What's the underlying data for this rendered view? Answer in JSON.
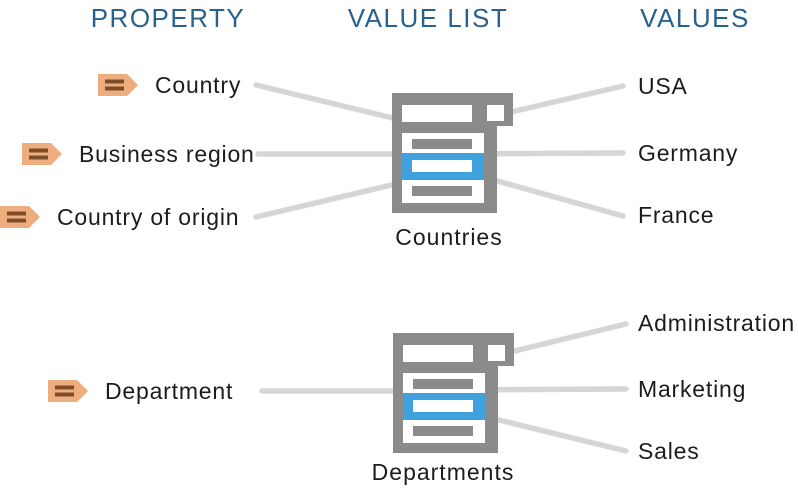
{
  "colors": {
    "header-blue": "#28618E",
    "text": "#1C1C1C",
    "line-gray": "#D6D6D6",
    "icon-gray": "#8B8B8B",
    "icon-blue": "#3FA1DD",
    "icon-white": "#FFFFFF",
    "tag-fill": "#EEAD7F",
    "tag-stripe": "#7C4E28",
    "background": "#FFFFFF"
  },
  "headers": [
    {
      "label": "PROPERTY"
    },
    {
      "label": "VALUE LIST"
    },
    {
      "label": "VALUES"
    }
  ],
  "groups": [
    {
      "value_list": {
        "name": "Countries"
      },
      "properties": [
        {
          "label": "Country",
          "icon": "tag-icon"
        },
        {
          "label": "Business region",
          "icon": "tag-icon"
        },
        {
          "label": "Country of origin",
          "icon": "tag-icon"
        }
      ],
      "values": [
        {
          "label": "USA"
        },
        {
          "label": "Germany"
        },
        {
          "label": "France"
        }
      ]
    },
    {
      "value_list": {
        "name": "Departments"
      },
      "properties": [
        {
          "label": "Department",
          "icon": "tag-icon"
        }
      ],
      "values": [
        {
          "label": "Administration"
        },
        {
          "label": "Marketing"
        },
        {
          "label": "Sales"
        }
      ]
    }
  ]
}
